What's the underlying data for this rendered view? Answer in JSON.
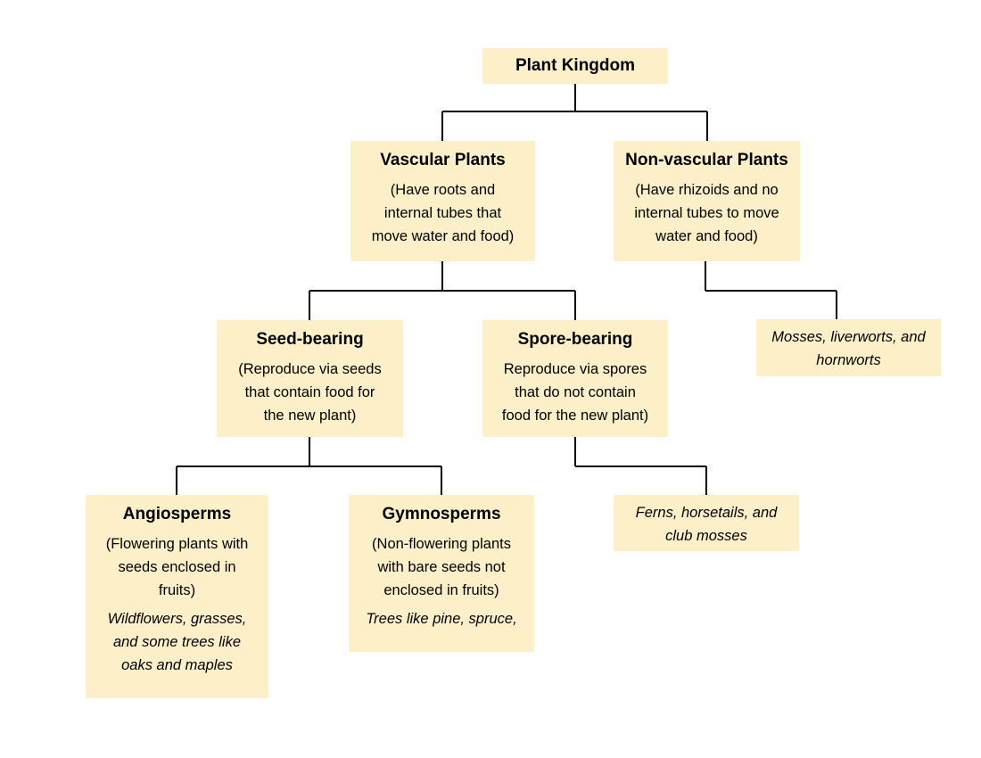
{
  "root": {
    "title": "Plant Kingdom"
  },
  "vascular": {
    "title": "Vascular Plants",
    "desc": [
      "(Have roots and",
      "internal tubes that",
      "move water and food)"
    ]
  },
  "nonvascular": {
    "title": "Non-vascular Plants",
    "desc": [
      "(Have rhizoids and no",
      "internal tubes to move",
      "water and food)"
    ]
  },
  "nonvascular_examples": {
    "lines": [
      "Mosses, liverworts, and",
      "hornworts"
    ]
  },
  "seed": {
    "title": "Seed-bearing",
    "desc": [
      "(Reproduce via seeds",
      "that contain food for",
      "the new plant)"
    ]
  },
  "spore": {
    "title": "Spore-bearing",
    "desc": [
      "Reproduce via spores",
      "that do not contain",
      "food for the new plant)"
    ]
  },
  "spore_examples": {
    "lines": [
      "Ferns, horsetails, and",
      "club mosses"
    ]
  },
  "angio": {
    "title": "Angiosperms",
    "desc": [
      "(Flowering plants with",
      "seeds enclosed in",
      "fruits)"
    ],
    "examples": [
      "Wildflowers, grasses,",
      "and some trees like",
      "oaks and maples"
    ]
  },
  "gymno": {
    "title": "Gymnosperms",
    "desc": [
      "(Non-flowering plants",
      "with bare seeds not",
      "enclosed in fruits)"
    ],
    "examples": [
      "Trees like pine, spruce,"
    ]
  },
  "colors": {
    "box_fill": "#fdf0c8",
    "line": "#000000"
  }
}
